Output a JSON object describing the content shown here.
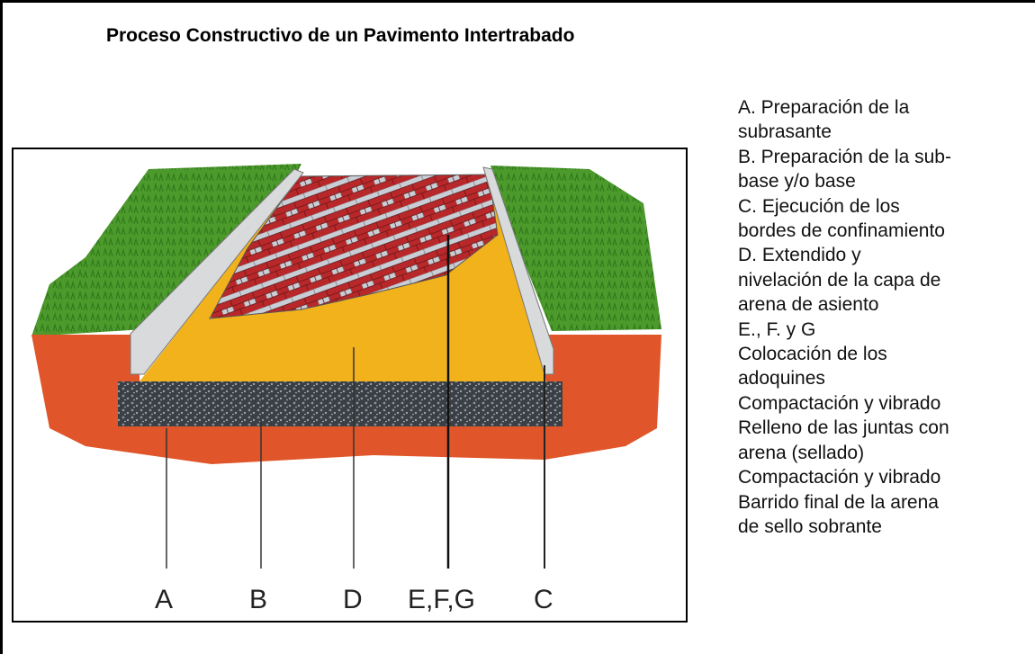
{
  "title": "Proceso Constructivo de un Pavimento Intertrabado",
  "labels": [
    "A",
    "B",
    "D",
    "E,F,G",
    "C"
  ],
  "legend_lines": [
    "A. Preparación de la",
    "subrasante",
    "B. Preparación de la sub-",
    "base y/o base",
    "C. Ejecución de los",
    "bordes de confinamiento",
    "D. Extendido y",
    "nivelación de la capa de",
    "arena de asiento",
    "E., F. y G",
    "Colocación de los",
    "adoquines",
    "Compactación y vibrado",
    "Relleno de las juntas con",
    "arena (sellado)",
    "Compactación y vibrado",
    "Barrido final de la arena",
    "de sello sobrante"
  ],
  "colors": {
    "grass": "#4d9a2c",
    "soil": "#e0562a",
    "gravel": "#3a3f45",
    "sand": "#f2b21c",
    "brick_red": "#b8282a",
    "brick_grey": "#c9ced6",
    "curb": "#d8dadc"
  }
}
